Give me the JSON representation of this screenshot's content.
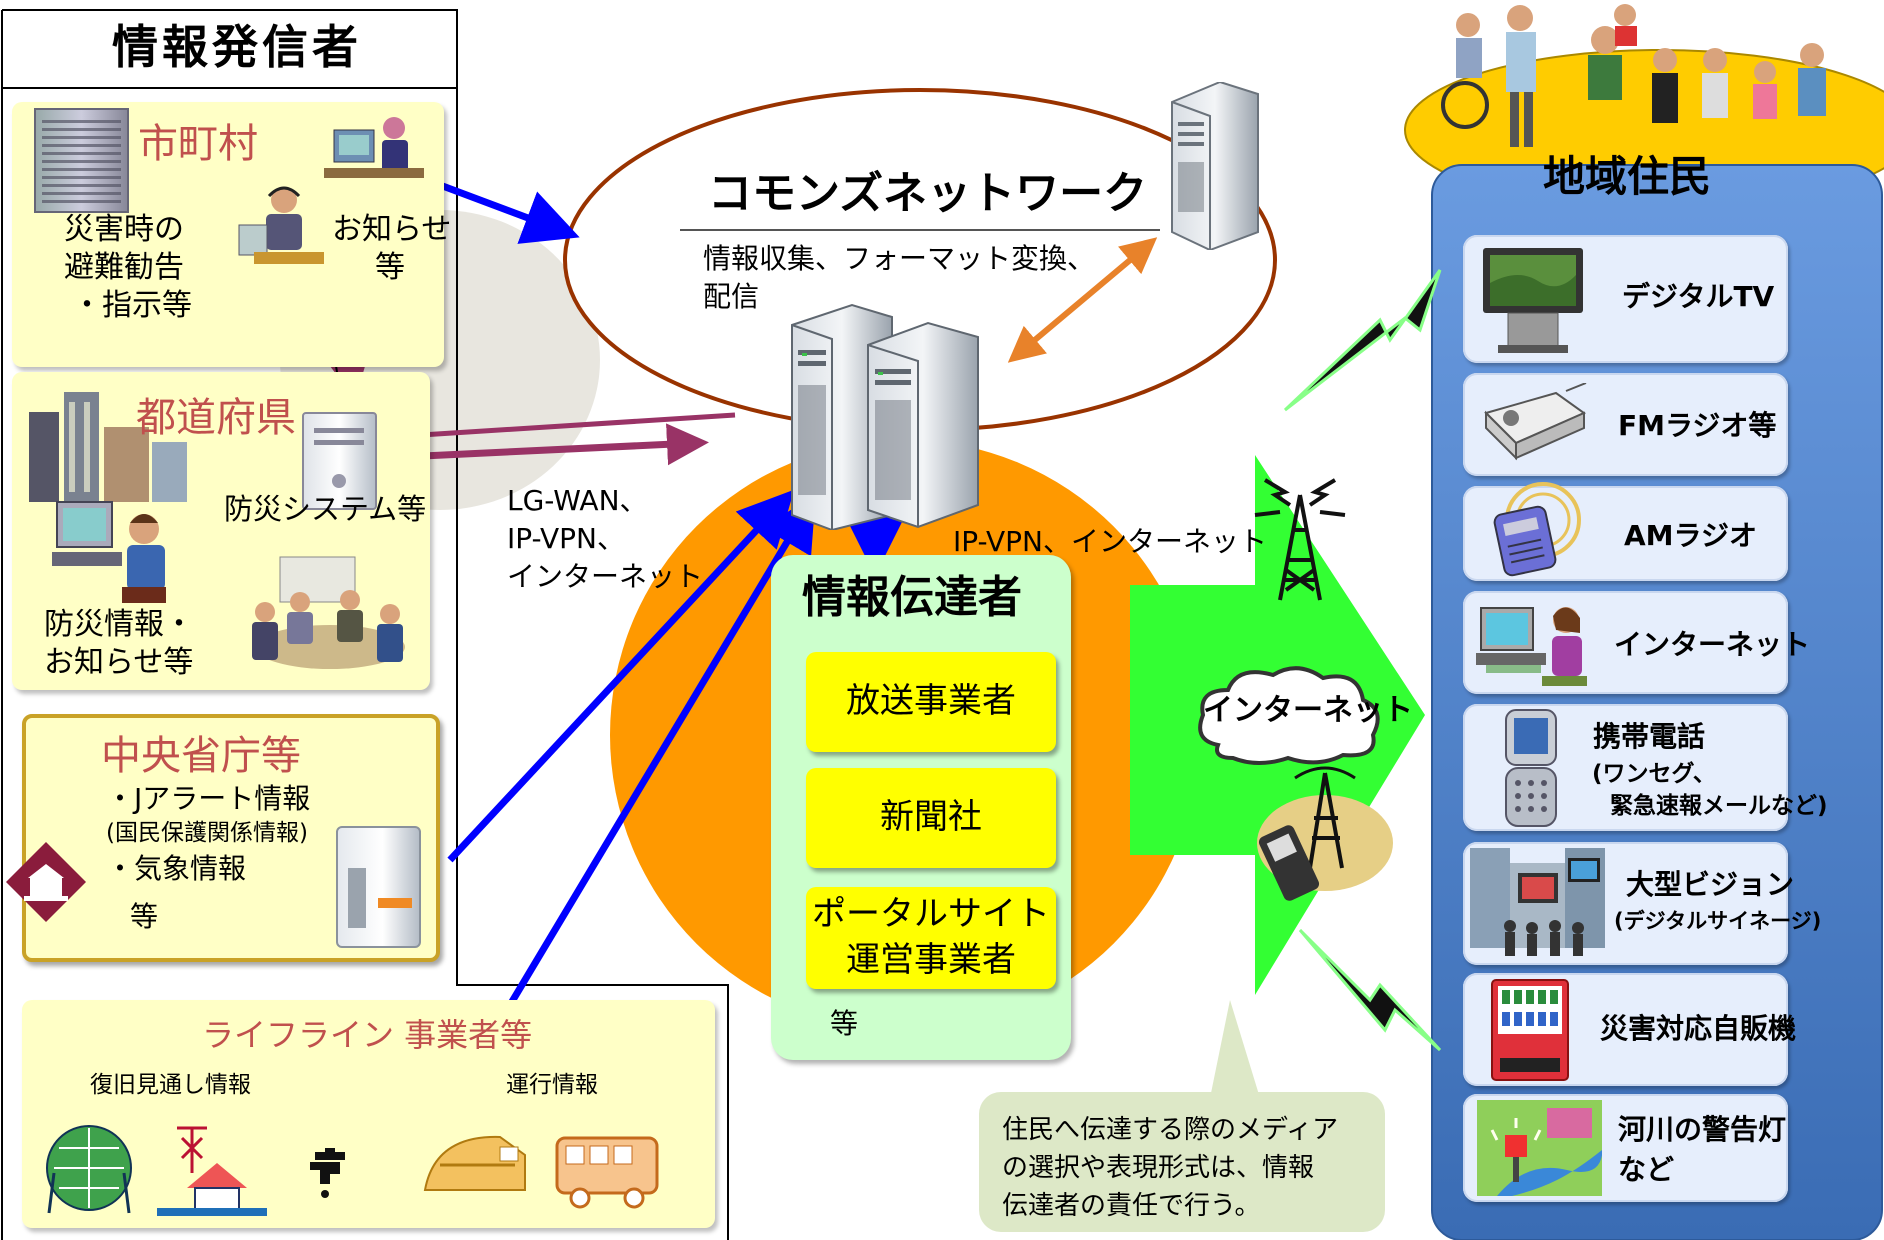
{
  "sender": {
    "title": "情報発信者",
    "municipality": {
      "name": "市町村",
      "left_text": [
        "災害時の",
        "避難勧告",
        "・指示等"
      ],
      "right_text": [
        "お知らせ",
        "等"
      ]
    },
    "prefecture": {
      "name": "都道府県",
      "system_label": "防災システム等",
      "info_text": [
        "防災情報・",
        "お知らせ等"
      ]
    },
    "central": {
      "name": "中央省庁等",
      "lines": [
        "・Jアラート情報",
        "(国民保護関係情報)",
        "・気象情報",
        "等"
      ]
    },
    "lifeline": {
      "name": "ライフライン 事業者等",
      "recovery": "復旧見通し情報",
      "operation": "運行情報"
    }
  },
  "commons": {
    "title": "コモンズネットワーク",
    "desc": [
      "情報収集、フォーマット変換、",
      "配信"
    ]
  },
  "network_labels": {
    "lgwan": [
      "LG-WAN、",
      "IP-VPN、",
      "インターネット"
    ],
    "ipvpn": "IP-VPN、インターネット",
    "cloud": "インターネット"
  },
  "transmitter": {
    "title": "情報伝達者",
    "items": [
      "放送事業者",
      "新聞社",
      "ポータルサイト\n運営事業者"
    ],
    "etc": "等"
  },
  "note": [
    "住民へ伝達する際のメディア",
    "の選択や表現形式は、情報",
    "伝達者の責任で行う。"
  ],
  "residents": {
    "title": "地域住民",
    "media": [
      {
        "label": "デジタルTV",
        "icon": "tv-icon"
      },
      {
        "label": "FMラジオ等",
        "icon": "radio-icon"
      },
      {
        "label": "AMラジオ",
        "icon": "am-radio-icon"
      },
      {
        "label": "インターネット",
        "icon": "pc-user-icon"
      },
      {
        "label": "携帯電話",
        "sub": [
          "(ワンセグ、",
          "緊急速報メールなど)"
        ],
        "icon": "mobile-phone-icon"
      },
      {
        "label": "大型ビジョン",
        "sub": [
          "(デジタルサイネージ)"
        ],
        "icon": "signage-icon"
      },
      {
        "label": "災害対応自販機",
        "icon": "vending-machine-icon"
      },
      {
        "label": "河川の警告灯",
        "sub2": "など",
        "icon": "warning-light-icon"
      }
    ]
  },
  "colors": {
    "blue_arrow": "#0000ff",
    "purple_arrow": "#993366",
    "orange_arrow": "#e8822a",
    "orange_circle": "#ff9900",
    "green_arrow": "#33ff33",
    "residents_panel": "#4a7fc8",
    "residents_ellipse": "#ffcc00",
    "yellow_box": "#ffff00",
    "panel_yellow": "#ffffc6",
    "transmitter_panel": "#ccffcc",
    "title_red": "#c0504d"
  }
}
